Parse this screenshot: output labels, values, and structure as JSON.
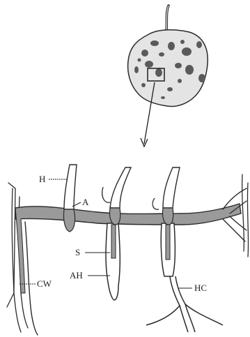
{
  "figure": {
    "labels": {
      "h": "H",
      "a": "A",
      "s": "S",
      "ah": "AH",
      "cw": "CW",
      "hc": "HC"
    },
    "colors": {
      "ink": "#2a2a2a",
      "hypha_fill": "#9a9a9a",
      "fruit_fill": "#e4e4e4",
      "lesion": "#5a5a5a",
      "background": "#ffffff"
    },
    "icons": {
      "fruit": "infected-fruit-icon",
      "arrow": "arrow-down-icon"
    }
  }
}
